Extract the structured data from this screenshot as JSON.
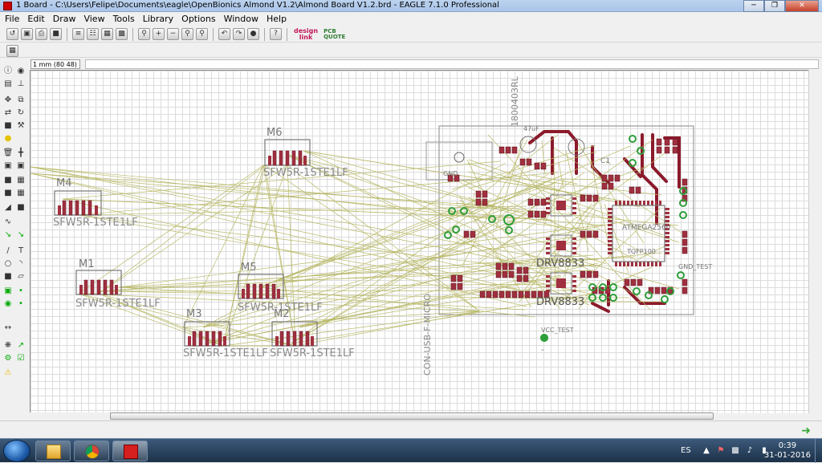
{
  "window": {
    "title": "1 Board - C:\\Users\\Felipe\\Documents\\eagle\\OpenBionics Almond V1.2\\Almond Board V1.2.brd - EAGLE 7.1.0 Professional",
    "minimize": "─",
    "restore": "❐",
    "close": "✕"
  },
  "menu": [
    "File",
    "Edit",
    "Draw",
    "View",
    "Tools",
    "Library",
    "Options",
    "Window",
    "Help"
  ],
  "toolbar": {
    "designlink_top": "design",
    "designlink_bottom": "link",
    "pcbquote_top": "PCB",
    "pcbquote_bottom": "QUOTE"
  },
  "coords": {
    "readout": "1 mm (80 48)"
  },
  "board": {
    "components": [
      {
        "name": "M6",
        "value": "SFW5R-1STE1LF"
      },
      {
        "name": "M4",
        "value": "SFW5R-1STE1LF"
      },
      {
        "name": "M1",
        "value": "SFW5R-1STE1LF"
      },
      {
        "name": "M5",
        "value": "SFW5R-1STE1LF"
      },
      {
        "name": "M3",
        "value": "SFW5R-1STE1LF"
      },
      {
        "name": "M2",
        "value": "SFW5R-1STE1LF"
      }
    ],
    "labels": {
      "usb": "CON-USB-F-MICRO",
      "inductor": "1800403RL",
      "drv1": "DRV8833",
      "drv2": "DRV8833",
      "mcu": "ATMEGA2560",
      "mcu_pkg": "TQFP100",
      "gnd": "GND",
      "vcc_test": "VCC_TEST",
      "gnd_test": "GND_TEST",
      "cap": "47uF",
      "c1": "C1",
      "minus": "-"
    }
  },
  "taskbar": {
    "language": "ES",
    "time": "0:39",
    "date": "31-01-2016"
  }
}
